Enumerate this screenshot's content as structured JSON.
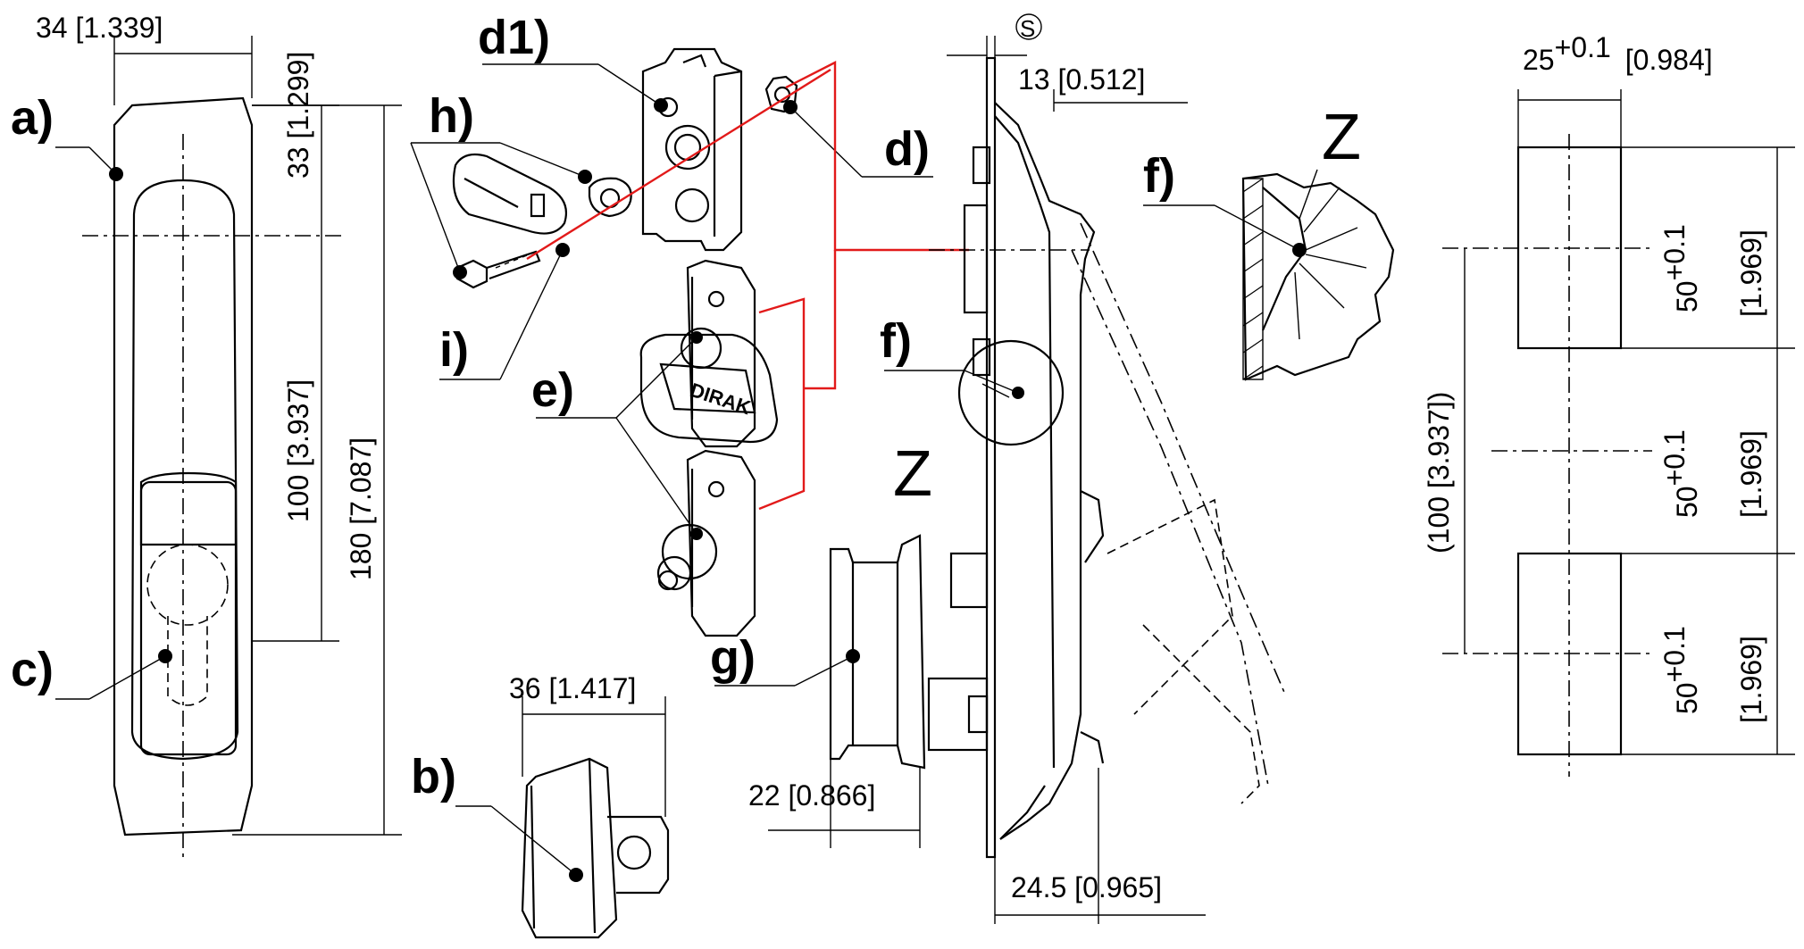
{
  "labels": {
    "a": "a)",
    "b": "b)",
    "c": "c)",
    "d": "d)",
    "d1": "d1)",
    "e": "e)",
    "f_detail": "f)",
    "f_section": "f)",
    "g": "g)",
    "h": "h)",
    "i": "i)"
  },
  "view_marks": {
    "z_section": "Z",
    "z_detail": "Z",
    "s_symbol": "S"
  },
  "brand_text": "DIRAK",
  "dimensions": {
    "width_top": "34 [1.339]",
    "top_offset": "33 [1.299]",
    "hole_pitch": "100 [3.937]",
    "overall_length": "180 [7.087]",
    "latch_width": "36 [1.417]",
    "panel_offset": "13 [0.512]",
    "depth": "24.5 [0.965]",
    "base_depth": "22 [0.866]",
    "cutout_width": "25",
    "cutout_width_tol": "+0.1",
    "cutout_width_in": "[0.984]",
    "cutout_height": "50",
    "cutout_height_tol": "+0.1",
    "cutout_height_in": "[1.969]",
    "cutout_pitch": "(100 [3.937])"
  }
}
